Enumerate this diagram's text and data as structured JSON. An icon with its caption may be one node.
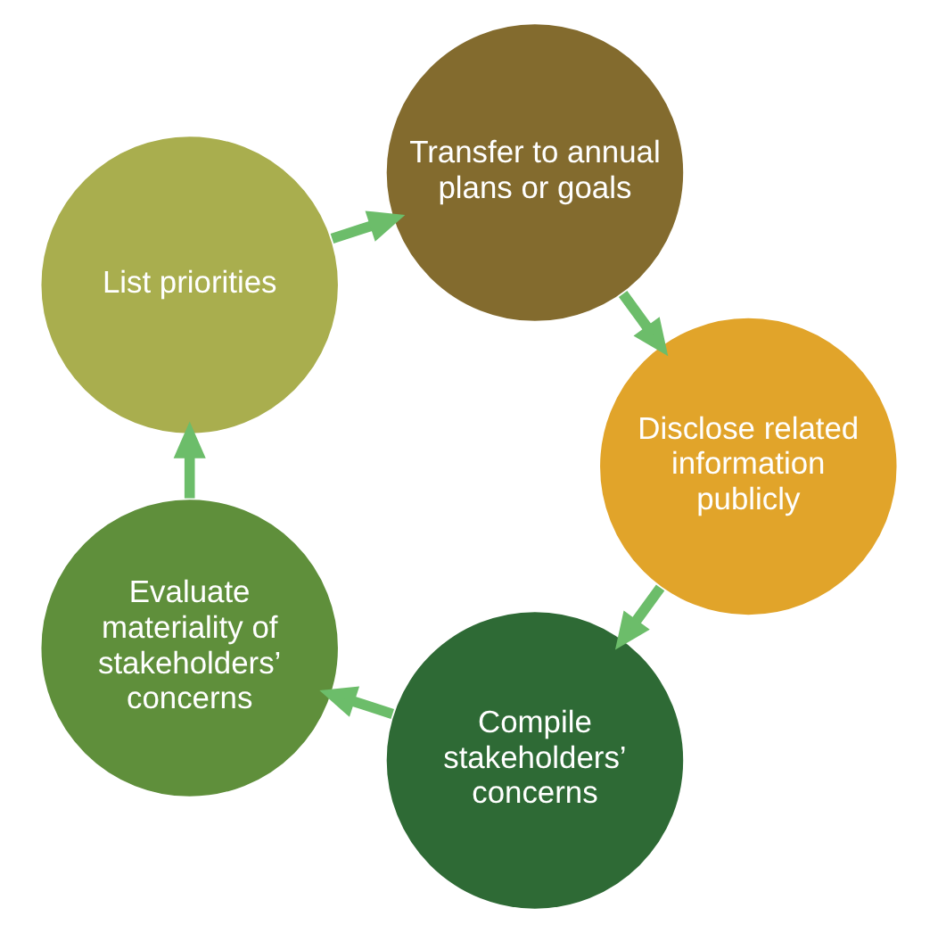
{
  "diagram": {
    "nodes": [
      {
        "text": [
          "Compile stakeholders’ concerns"
        ]
      },
      {
        "text": [
          "Evaluate materiality of stakeholders’ concerns"
        ]
      },
      {
        "text": [
          "List priorities"
        ]
      },
      {
        "text": [
          "Transfer to annual plans or goals"
        ]
      },
      {
        "text": [
          "Disclose related information publicly"
        ]
      }
    ],
    "edges": [
      {
        "from": 0,
        "to": 1,
        "arrow": "to"
      },
      {
        "from": 1,
        "to": 2,
        "arrow": "to"
      },
      {
        "from": 2,
        "to": 3,
        "arrow": "to"
      },
      {
        "from": 3,
        "to": 4,
        "arrow": "to"
      },
      {
        "from": 4,
        "to": 0,
        "arrow": "to"
      }
    ]
  }
}
